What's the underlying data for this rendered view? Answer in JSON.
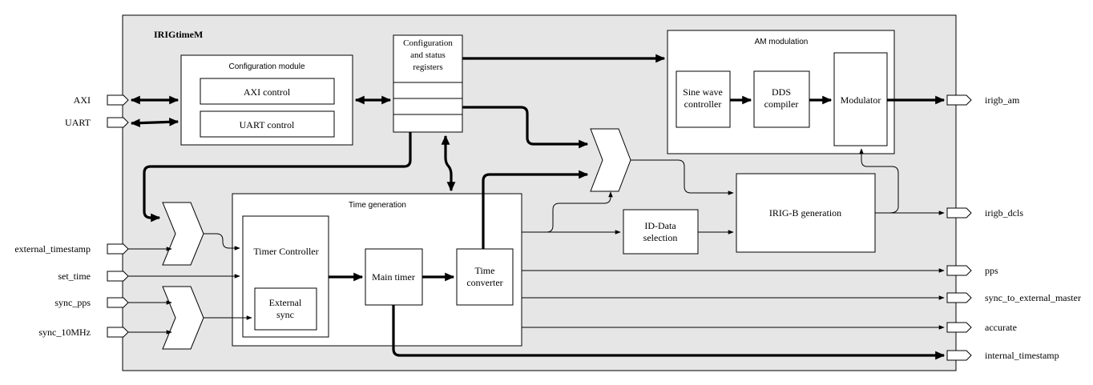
{
  "diagram": {
    "title": "IRIGtimeM",
    "blocks": {
      "config_module": "Configuration module",
      "axi_control": "AXI control",
      "uart_control": "UART control",
      "cfg_status_line1": "Configuration",
      "cfg_status_line2": "and status",
      "cfg_status_line3": "registers",
      "am_modulation": "AM modulation",
      "sine_line1": "Sine wave",
      "sine_line2": "controller",
      "dds_line1": "DDS",
      "dds_line2": "compiler",
      "modulator": "Modulator",
      "time_generation": "Time generation",
      "timer_controller": "Timer Controller",
      "external_sync_line1": "External",
      "external_sync_line2": "sync",
      "main_timer": "Main timer",
      "time_conv_line1": "Time",
      "time_conv_line2": "converter",
      "id_data_line1": "ID-Data",
      "id_data_line2": "selection",
      "irigb_generation": "IRIG-B generation"
    },
    "inputs": {
      "axi": "AXI",
      "uart": "UART",
      "external_timestamp": "external_timestamp",
      "set_time": "set_time",
      "sync_pps": "sync_pps",
      "sync_10mhz": "sync_10MHz"
    },
    "outputs": {
      "irigb_am": "irigb_am",
      "irigb_dcls": "irigb_dcls",
      "pps": "pps",
      "sync_to_external_master": "sync_to_external_master",
      "accurate": "accurate",
      "internal_timestamp": "internal_timestamp"
    }
  }
}
